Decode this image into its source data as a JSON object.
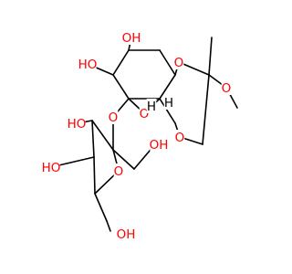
{
  "molecule": {
    "atoms": [
      {
        "id": "O_OH1",
        "text": "OH",
        "color": "#ff0000"
      },
      {
        "id": "O_HO2",
        "text": "HO",
        "color": "#ff0000"
      },
      {
        "id": "O_ring_a",
        "text": "O",
        "color": "#ff0000"
      },
      {
        "id": "O_ring_b",
        "text": "O",
        "color": "#ff0000"
      },
      {
        "id": "O_ome",
        "text": "O",
        "color": "#ff0000"
      },
      {
        "id": "O_pyr",
        "text": "O",
        "color": "#ff0000"
      },
      {
        "id": "O_link",
        "text": "O",
        "color": "#ff0000"
      },
      {
        "id": "H_a",
        "text": "H",
        "color": "#000000"
      },
      {
        "id": "H_b",
        "text": "H",
        "color": "#000000"
      },
      {
        "id": "O_HO3",
        "text": "HO",
        "color": "#ff0000"
      },
      {
        "id": "O_OH4",
        "text": "OH",
        "color": "#ff0000"
      },
      {
        "id": "O_HO5",
        "text": "HO",
        "color": "#ff0000"
      },
      {
        "id": "O_fur",
        "text": "O",
        "color": "#ff0000"
      },
      {
        "id": "O_OH6",
        "text": "OH",
        "color": "#ff0000"
      }
    ]
  }
}
